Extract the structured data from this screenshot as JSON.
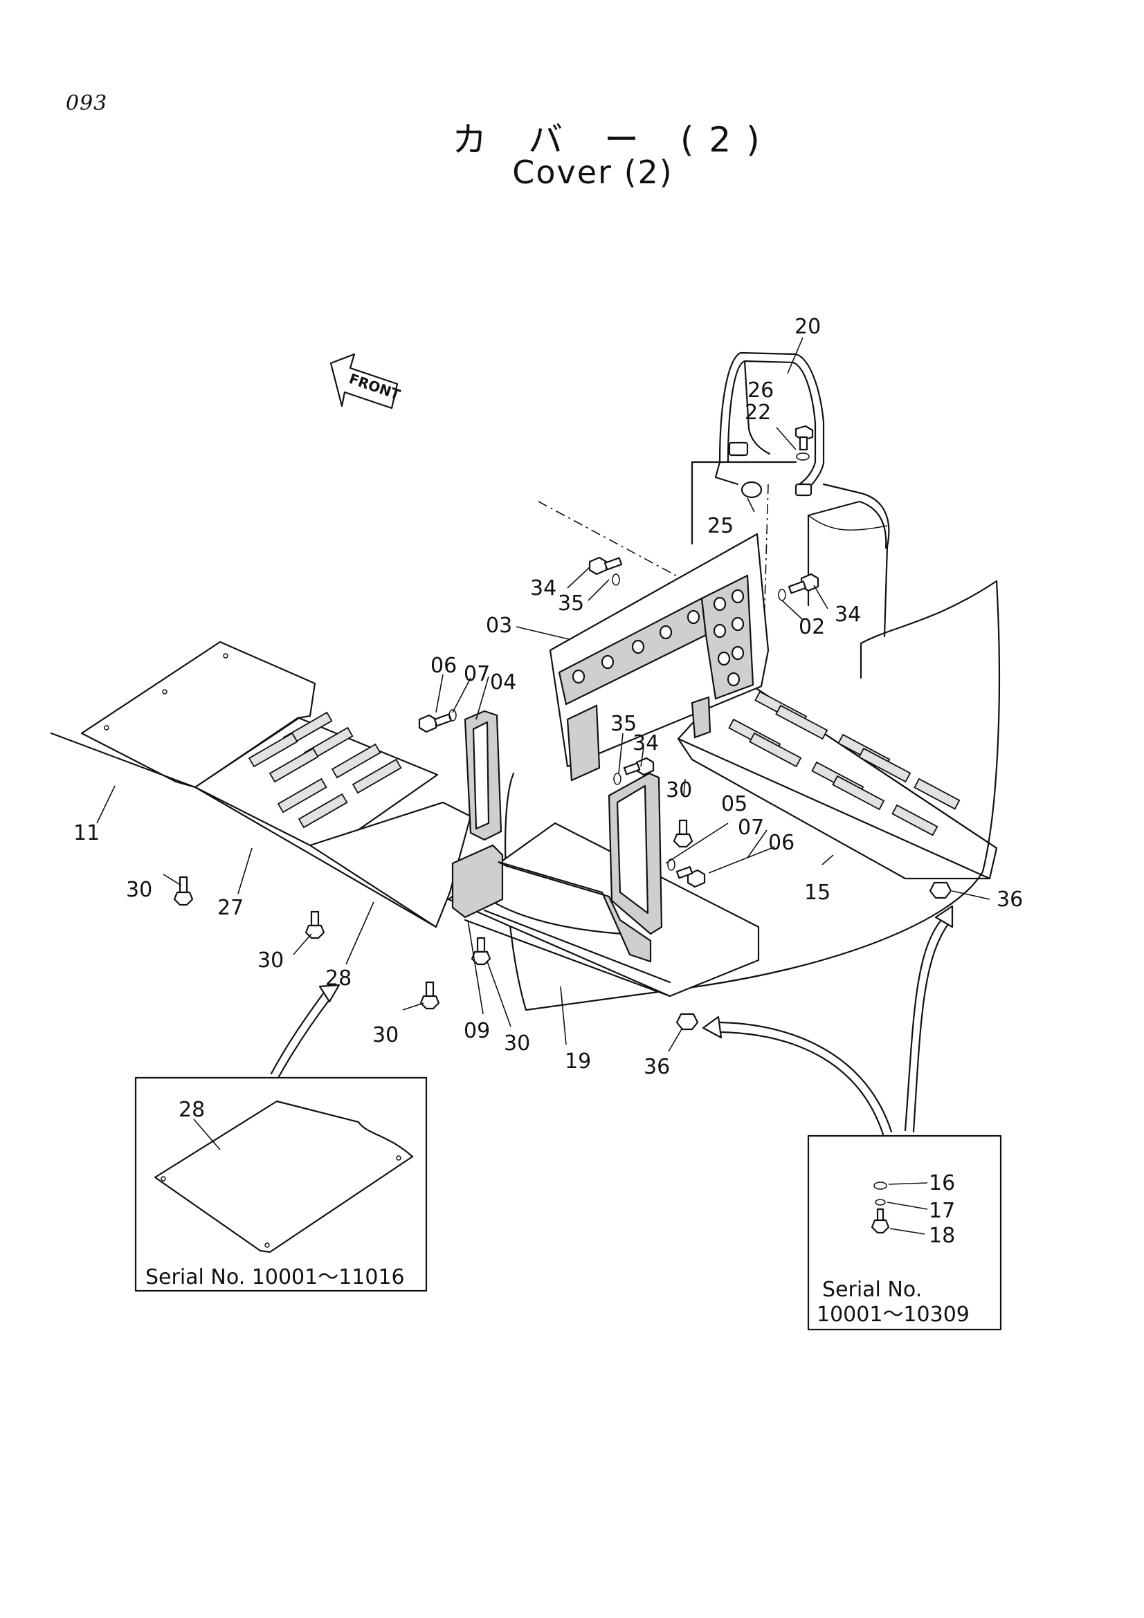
{
  "page_number": "093",
  "title_jp": "カ バ ー (2)",
  "title_en": "Cover (2)",
  "front_label": "FRONT",
  "part_labels": {
    "p20": "20",
    "p26": "26",
    "p22": "22",
    "p25": "25",
    "p34a": "34",
    "p35a": "35",
    "p03": "03",
    "p02": "02",
    "p34b": "34",
    "p06a": "06",
    "p07a": "07",
    "p04": "04",
    "p35b": "35",
    "p34c": "34",
    "p30a": "30",
    "p05": "05",
    "p07b": "07",
    "p06b": "06",
    "p15": "15",
    "p36a": "36",
    "p11": "11",
    "p30b": "30",
    "p27": "27",
    "p30c": "30",
    "p28": "28",
    "p30d": "30",
    "p09": "09",
    "p30e": "30",
    "p19": "19",
    "p36b": "36"
  },
  "inset_left": {
    "part": "28",
    "serial": "Serial No. 10001～11016"
  },
  "inset_right": {
    "parts": [
      "16",
      "17",
      "18"
    ],
    "serial_line1": "Serial No.",
    "serial_line2": "10001～10309"
  }
}
